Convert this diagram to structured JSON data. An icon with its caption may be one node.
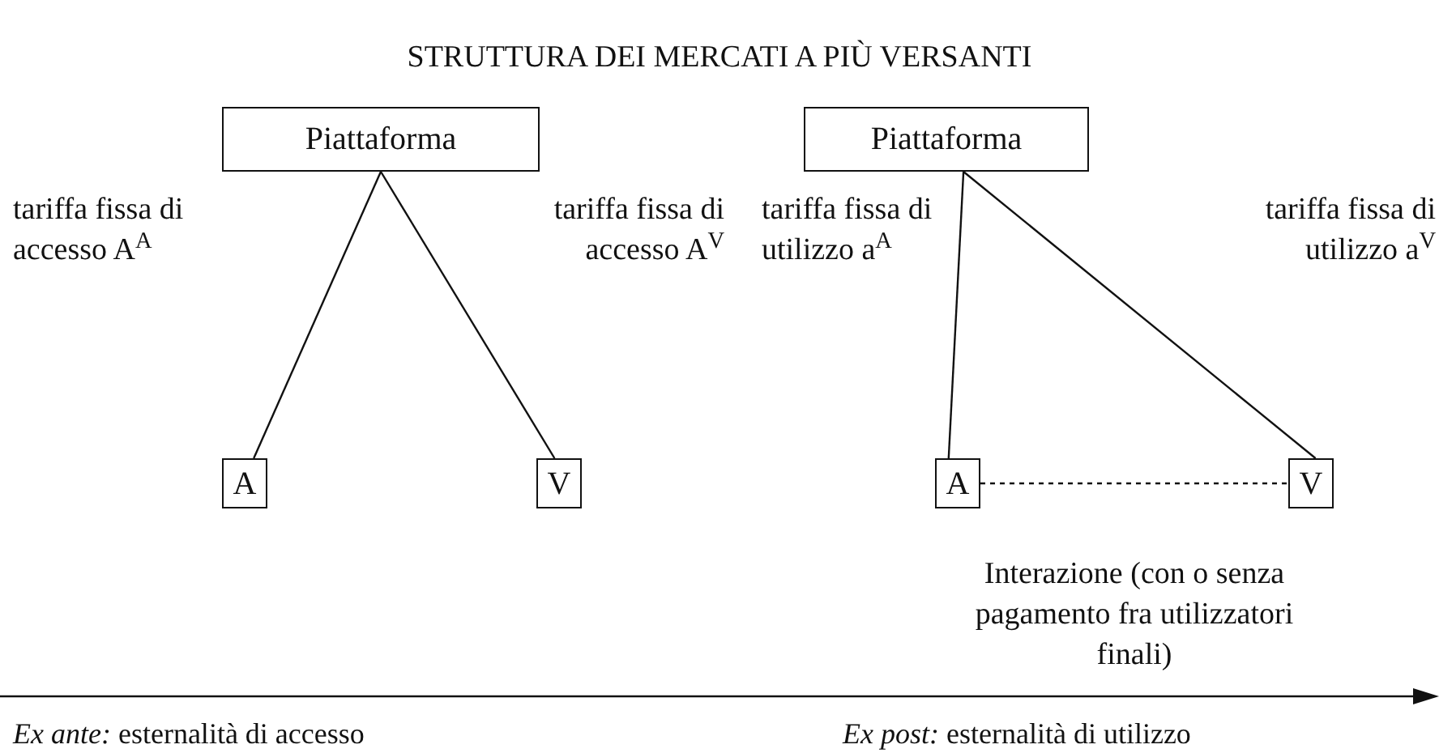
{
  "diagram": {
    "title": "STRUTTURA DEI MERCATI A PIÙ VERSANTI",
    "nodes": [
      {
        "text": [
          "Piattaforma"
        ]
      },
      {
        "text": [
          "A"
        ]
      },
      {
        "text": [
          "V"
        ]
      },
      {
        "text": [
          "Piattaforma"
        ]
      },
      {
        "text": [
          "A"
        ]
      },
      {
        "text": [
          "V"
        ]
      }
    ],
    "edges": [
      {
        "from": 0,
        "to": 1,
        "arrow": "none",
        "label": "tariffa fissa di accesso A$^{A}$"
      },
      {
        "from": 0,
        "to": 2,
        "arrow": "none",
        "label": "tariffa fissa di accesso A$^{V}$"
      },
      {
        "from": 3,
        "to": 4,
        "arrow": "none",
        "label": "tariffa fissa di utilizzo a$^{A}$"
      },
      {
        "from": 3,
        "to": 5,
        "arrow": "none",
        "label": "tariffa fissa di utilizzo a$^{V}$"
      },
      {
        "from": 4,
        "to": 5,
        "arrow": "none",
        "style": "dashed",
        "label": "Interazione (con o senza pagamento fra utilizzatori finali)"
      }
    ],
    "labels": [
      "*Ex ante:* esternalità di accesso",
      "*Ex post:* esternalità di utilizzo"
    ]
  }
}
